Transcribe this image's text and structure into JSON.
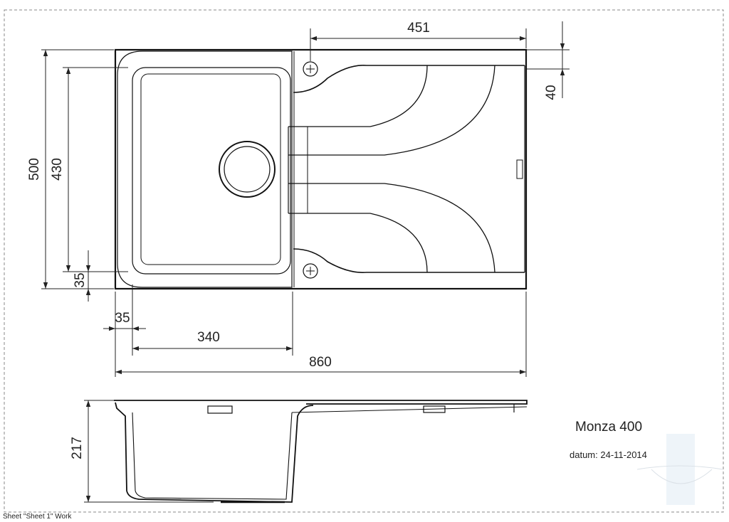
{
  "dimensions": {
    "width_total": "860",
    "bowl_width": "340",
    "left_margin": "35",
    "drainer_width": "451",
    "height_total": "500",
    "bowl_height": "430",
    "bottom_margin": "35",
    "top_margin": "40",
    "depth": "217"
  },
  "title_block": {
    "model": "Monza 400",
    "date": "datum: 24-11-2014"
  },
  "sheet_label": "Sheet \"Sheet 1\" Work"
}
